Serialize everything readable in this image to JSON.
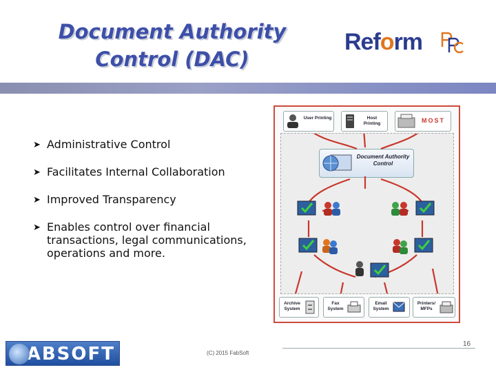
{
  "title": {
    "line1": "Document Authority",
    "line2": "Control (DAC)"
  },
  "brand_logo": {
    "word_main": "Ref",
    "word_accent": "o",
    "word_rest": "rm"
  },
  "bullets": [
    "Administrative Control",
    "Facilitates Internal Collaboration",
    "Improved Transparency",
    "Enables control over financial transactions, legal communications, operations and more."
  ],
  "diagram": {
    "top_boxes": [
      {
        "label": "User Printing",
        "icon": "user-icon"
      },
      {
        "label": "Host Printing",
        "icon": "server-icon"
      },
      {
        "label": "MOST",
        "icon": "printer-icon"
      }
    ],
    "center_label": "Document Authority Control",
    "bottom_boxes": [
      {
        "label": "Archive System",
        "icon": "archive-icon"
      },
      {
        "label": "Fax System",
        "icon": "fax-icon"
      },
      {
        "label": "Email System",
        "icon": "email-icon"
      },
      {
        "label": "Printers/ MFPs",
        "icon": "printer-icon"
      }
    ],
    "accent_color": "#cc4a3a"
  },
  "footer": {
    "logo_text": "FABSOFT",
    "copyright": "(C) 2015 FabSoft",
    "page_number": "16"
  }
}
